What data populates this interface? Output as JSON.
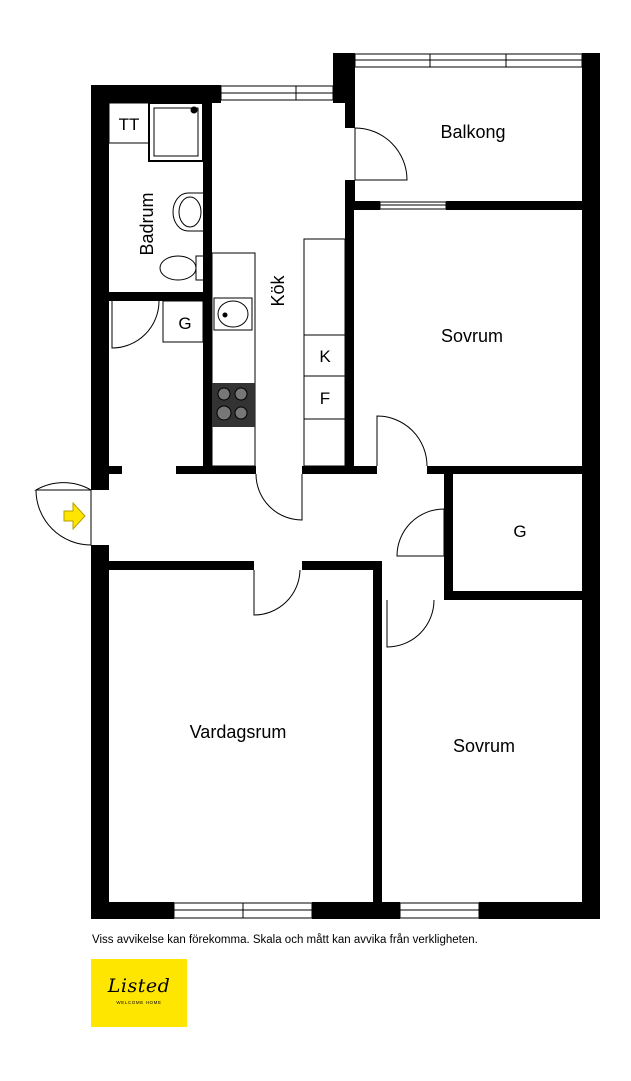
{
  "rooms": {
    "tt": "TT",
    "badrum": "Badrum",
    "kok": "Kök",
    "balkong": "Balkong",
    "sovrum_upper": "Sovrum",
    "g_bath": "G",
    "k": "K",
    "f": "F",
    "g_hall": "G",
    "vardagsrum": "Vardagsrum",
    "sovrum_lower": "Sovrum"
  },
  "disclaimer": "Viss avvikelse kan förekomma. Skala och mått kan avvika från verkligheten.",
  "logo": {
    "script": "Listed",
    "tagline": "WELCOME HOME",
    "color": "#ffe600"
  },
  "entrance": {
    "icon": "entrance-arrow-icon",
    "color": "#ffe600"
  }
}
